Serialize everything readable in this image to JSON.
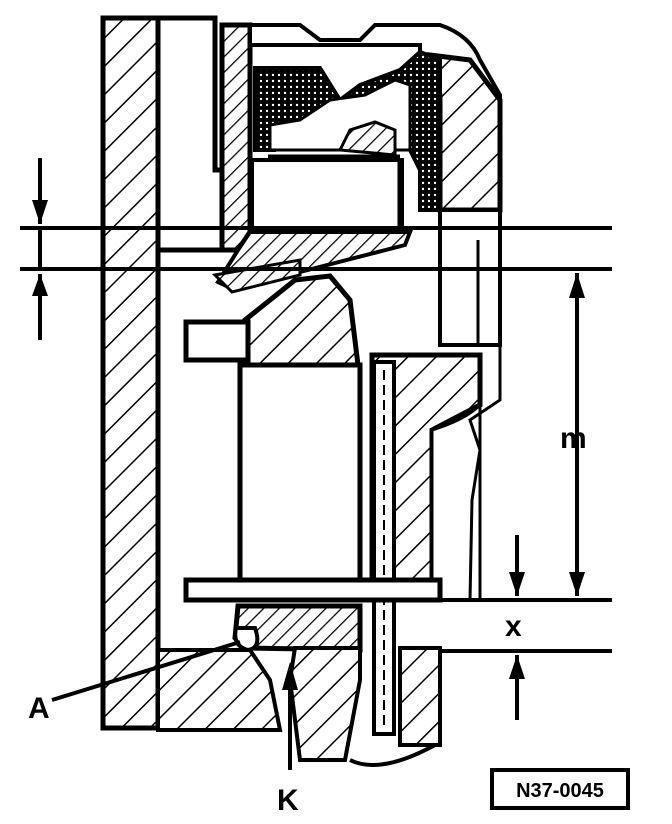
{
  "labels": {
    "m": "m",
    "x": "x",
    "A": "A",
    "K": "K"
  },
  "reference_code": "N37-0045",
  "colors": {
    "ink": "#000000",
    "paper": "#ffffff"
  }
}
